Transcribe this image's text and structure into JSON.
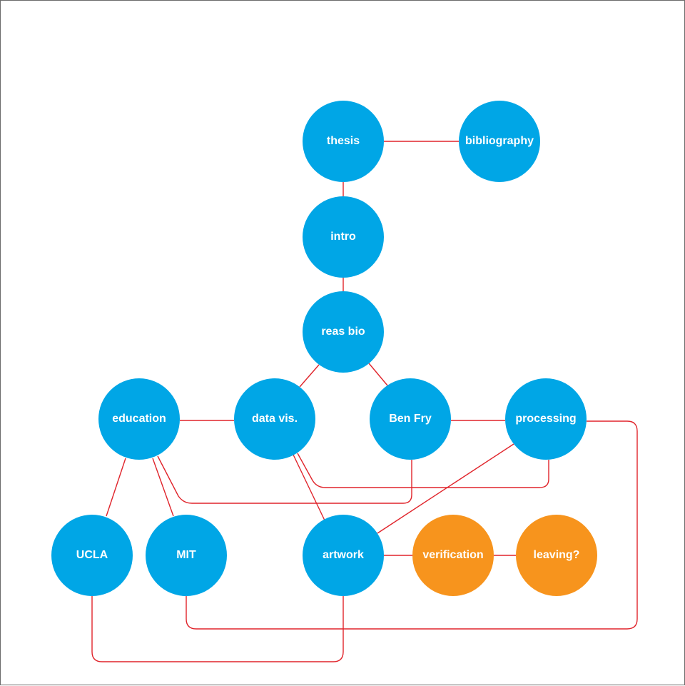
{
  "colors": {
    "primary": "#00a6e6",
    "secondary": "#f7941d",
    "edge": "#e0242b",
    "label": "#ffffff"
  },
  "nodes": [
    {
      "id": "thesis",
      "label": "thesis",
      "kind": "primary"
    },
    {
      "id": "bibliography",
      "label": "bibliography",
      "kind": "primary"
    },
    {
      "id": "intro",
      "label": "intro",
      "kind": "primary"
    },
    {
      "id": "reas-bio",
      "label": "reas bio",
      "kind": "primary"
    },
    {
      "id": "education",
      "label": "education",
      "kind": "primary"
    },
    {
      "id": "data-vis",
      "label": "data vis.",
      "kind": "primary"
    },
    {
      "id": "ben-fry",
      "label": "Ben Fry",
      "kind": "primary"
    },
    {
      "id": "processing",
      "label": "processing",
      "kind": "primary"
    },
    {
      "id": "ucla",
      "label": "UCLA",
      "kind": "primary"
    },
    {
      "id": "mit",
      "label": "MIT",
      "kind": "primary"
    },
    {
      "id": "artwork",
      "label": "artwork",
      "kind": "primary"
    },
    {
      "id": "verification",
      "label": "verification",
      "kind": "secondary"
    },
    {
      "id": "leaving",
      "label": "leaving?",
      "kind": "secondary"
    }
  ],
  "edges": [
    {
      "from": "thesis",
      "to": "bibliography"
    },
    {
      "from": "thesis",
      "to": "intro"
    },
    {
      "from": "intro",
      "to": "reas-bio"
    },
    {
      "from": "reas-bio",
      "to": "data-vis"
    },
    {
      "from": "reas-bio",
      "to": "ben-fry"
    },
    {
      "from": "education",
      "to": "data-vis"
    },
    {
      "from": "ben-fry",
      "to": "processing"
    },
    {
      "from": "processing",
      "to": "mit"
    },
    {
      "from": "education",
      "to": "ucla"
    },
    {
      "from": "education",
      "to": "mit"
    },
    {
      "from": "education",
      "to": "ben-fry"
    },
    {
      "from": "data-vis",
      "to": "processing"
    },
    {
      "from": "data-vis",
      "to": "artwork"
    },
    {
      "from": "processing",
      "to": "artwork"
    },
    {
      "from": "artwork",
      "to": "verification"
    },
    {
      "from": "verification",
      "to": "leaving"
    },
    {
      "from": "ucla",
      "to": "artwork"
    }
  ]
}
